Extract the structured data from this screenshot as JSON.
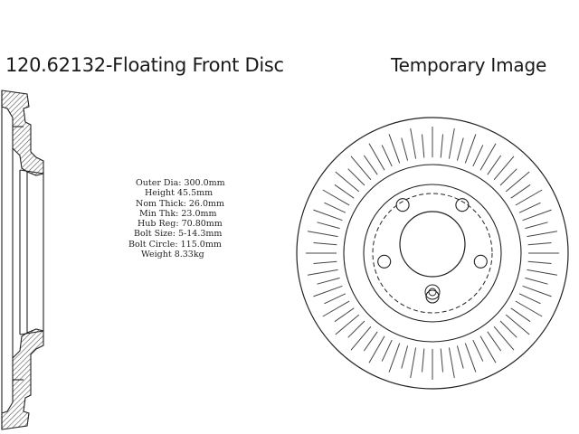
{
  "title": "120.62132-Floating Front Disc",
  "image_note": "Temporary Image",
  "specs": [
    {
      "label": "Outer Dia:",
      "value": "300.0mm"
    },
    {
      "label": "Height",
      "value": "45.5mm"
    },
    {
      "label": "Nom Thick:",
      "value": "26.0mm"
    },
    {
      "label": "Min Thk:",
      "value": "23.0mm"
    },
    {
      "label": "Hub Reg:",
      "value": "70.80mm"
    },
    {
      "label": "Bolt Size:",
      "value": "5-14.3mm"
    },
    {
      "label": "Bolt Circle:",
      "value": "115.0mm"
    },
    {
      "label": "Weight",
      "value": "8.33kg"
    }
  ],
  "colors": {
    "line": "#222222",
    "hatch": "#555555",
    "background": "#ffffff"
  }
}
